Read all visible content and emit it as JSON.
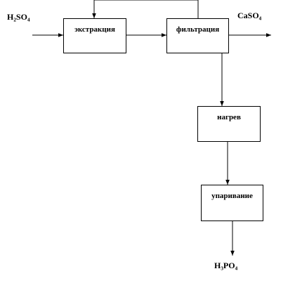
{
  "inputs": {
    "acid": "H₂SO₄"
  },
  "outputs": {
    "byproduct": "CaSO₄",
    "product": "H₃PO₄"
  },
  "steps": {
    "extraction": "экстракция",
    "filtration": "фильтрация",
    "heating": "нагрев",
    "evaporation": "упаривание"
  },
  "colors": {
    "line": "#000000",
    "box_fill": "#ffffff"
  }
}
